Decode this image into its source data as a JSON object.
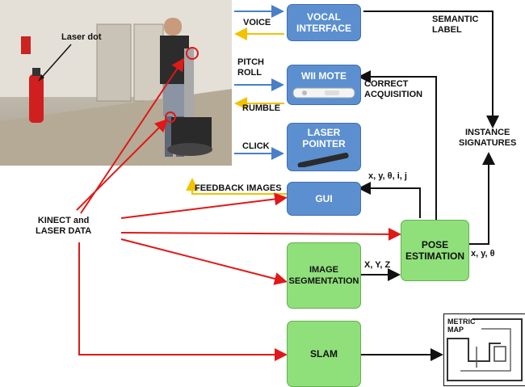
{
  "photo": {
    "annotation": "Laser dot"
  },
  "signals": {
    "voice": "VOICE",
    "pitch_roll": "PITCH\nROLL",
    "rumble": "RUMBLE",
    "click": "CLICK",
    "feedback_images": "FEEDBACK IMAGES",
    "semantic_label": "SEMANTIC\nLABEL",
    "correct_acquisition": "CORRECT\nACQUISITION",
    "instance_signatures": "INSTANCE\nSIGNATURES",
    "gui_input": "x, y, θ, i, j",
    "xyz": "X, Y, Z",
    "pose_out": "x, y, θ",
    "kinect": "KINECT and\nLASER DATA"
  },
  "boxes": {
    "vocal_interface": "VOCAL\nINTERFACE",
    "wii_mote": "WII MOTE",
    "laser_pointer": "LASER\nPOINTER",
    "gui": "GUI",
    "pose_estimation": "POSE\nESTIMATION",
    "image_segmentation": "IMAGE\nSEGMENTATION",
    "slam": "SLAM"
  },
  "map": {
    "label": "METRIC\nMAP"
  },
  "colors": {
    "blue_box": "#5b8fd0",
    "green_box": "#8fe07a",
    "red_arrow": "#e01818",
    "yellow_arrow": "#f2c200",
    "black_arrow": "#111111",
    "blue_arrow": "#4a7fc8"
  }
}
